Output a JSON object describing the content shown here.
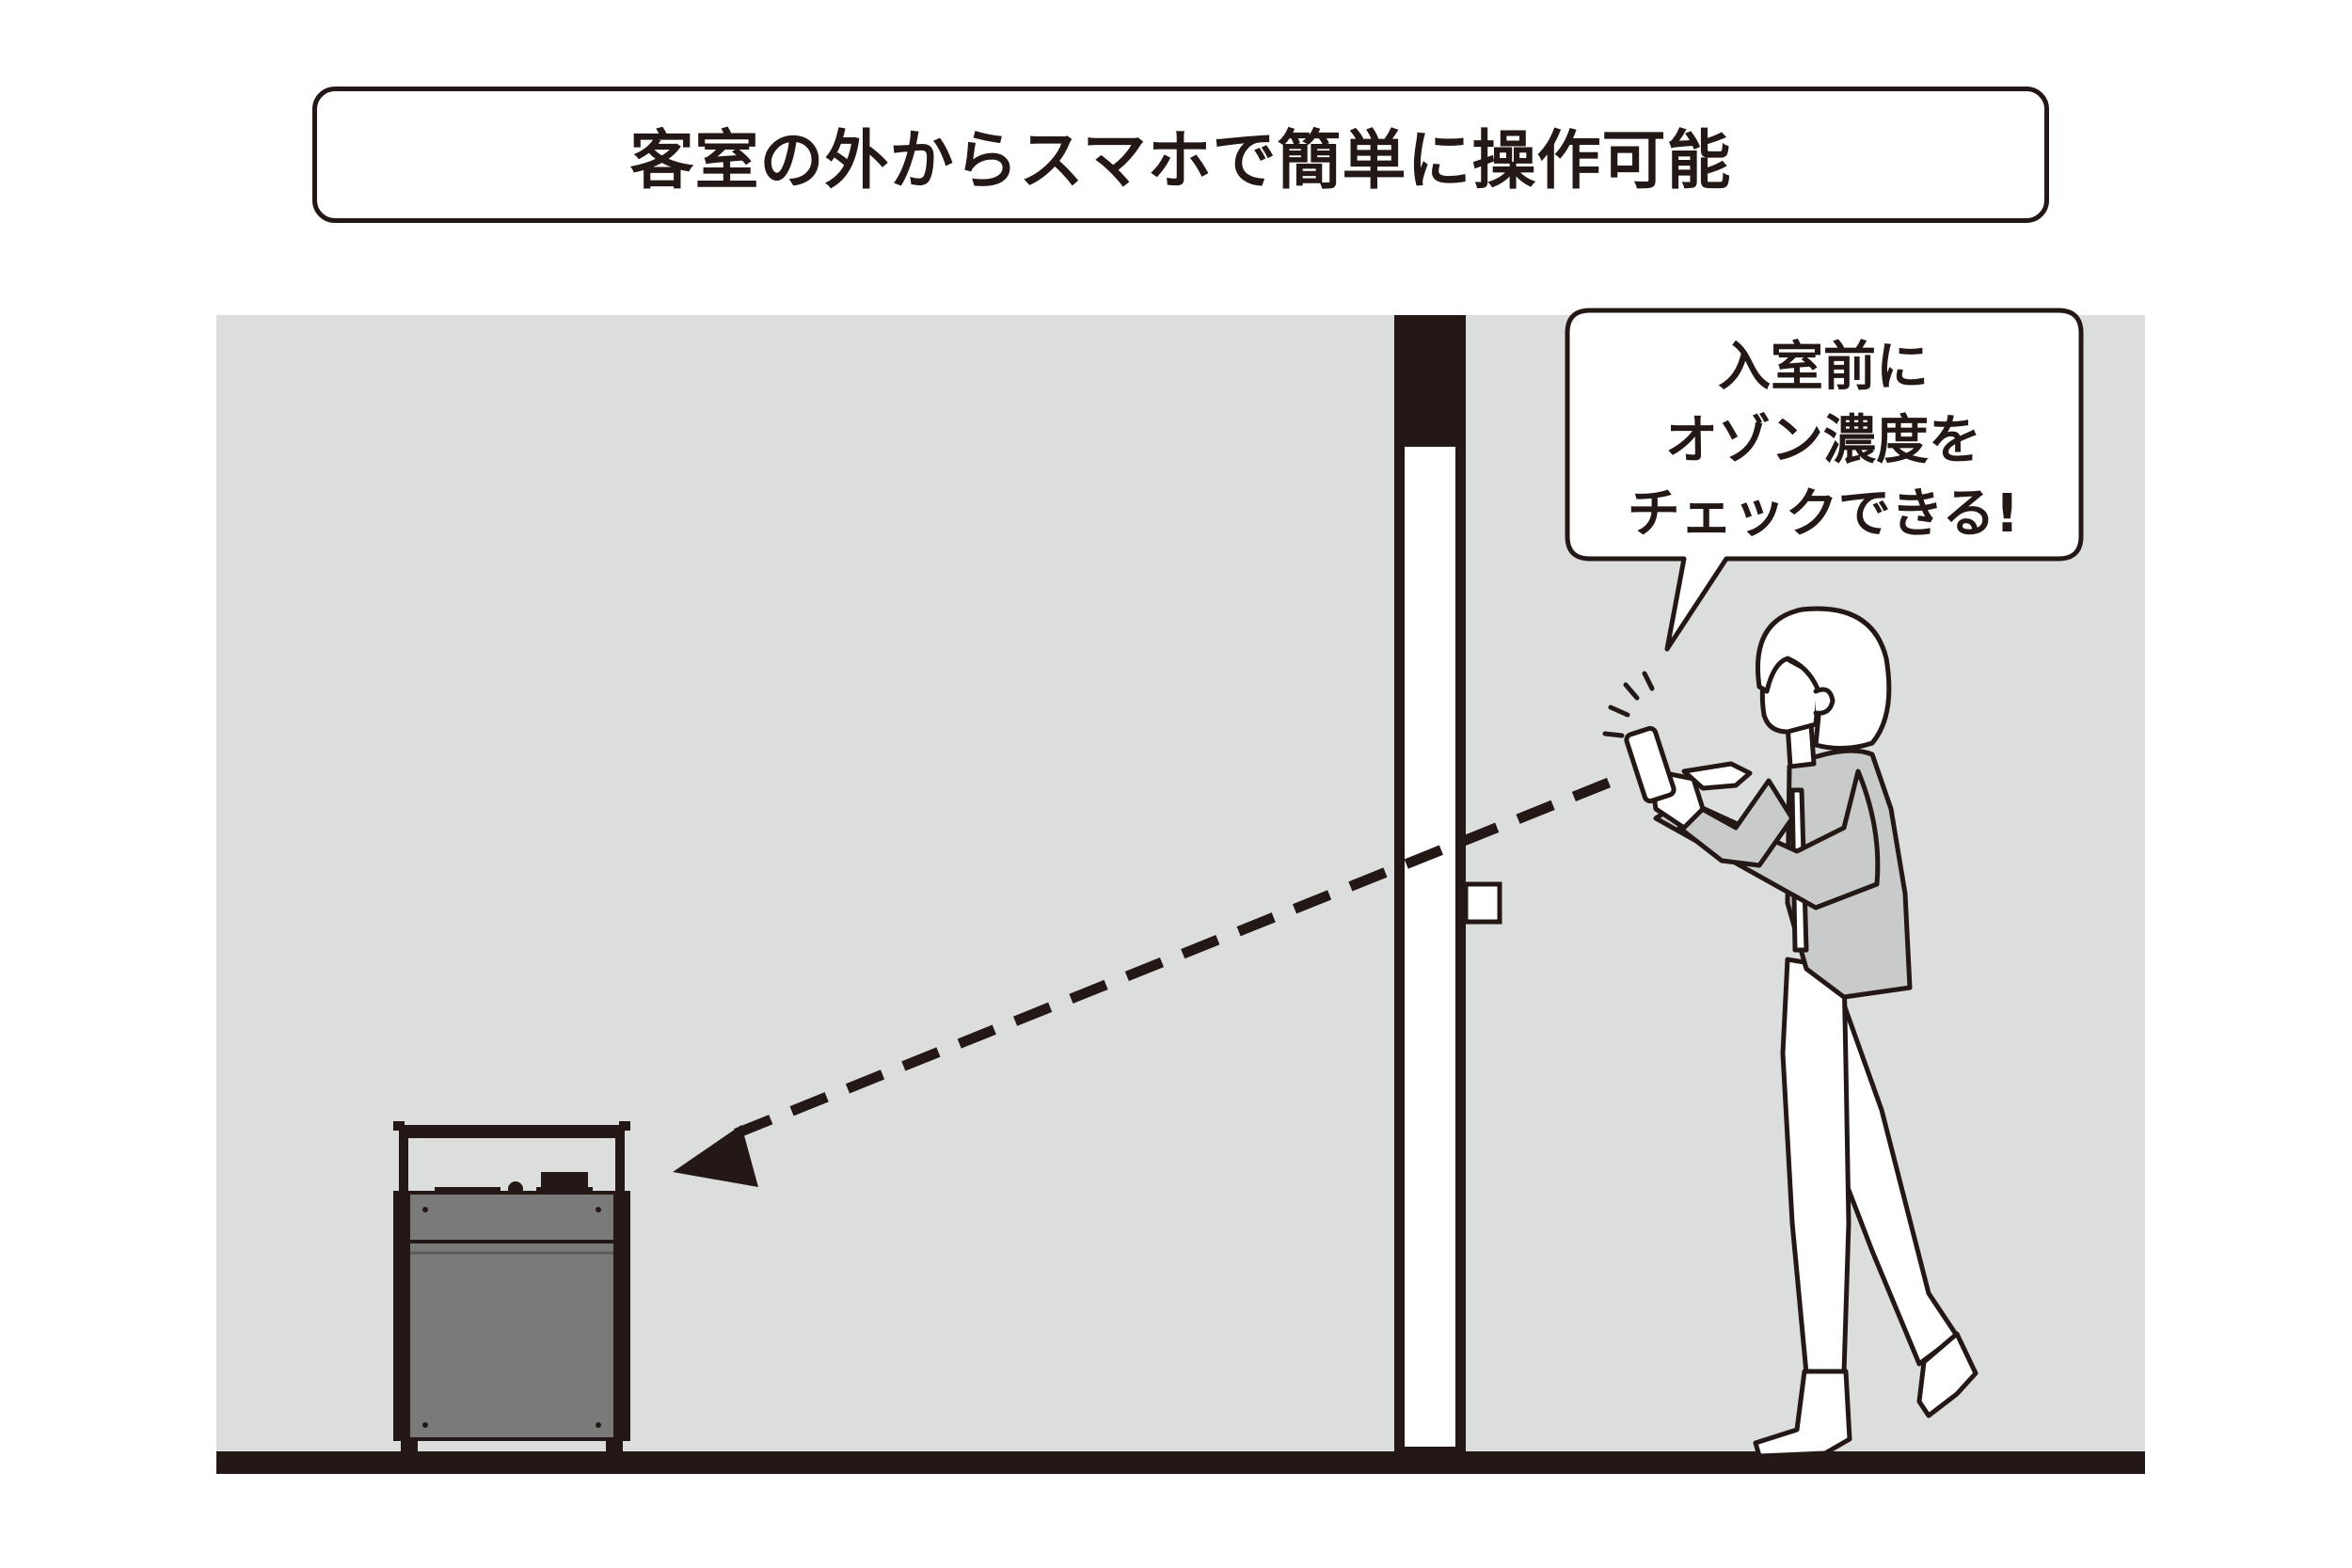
{
  "title": "客室の外からスマホで簡単に操作可能",
  "speech": {
    "line1": "入室前に",
    "line2": "オゾン濃度を",
    "line3": "チェックできる!"
  },
  "colors": {
    "ink": "#231815",
    "wall": "#dcdddd",
    "device_body": "#7a7a7a",
    "outfit": "#c9caca",
    "white": "#ffffff"
  },
  "icons": {
    "device": "ozone-generator-icon",
    "person": "woman-with-smartphone-icon",
    "signal": "wireless-signal-icon"
  }
}
